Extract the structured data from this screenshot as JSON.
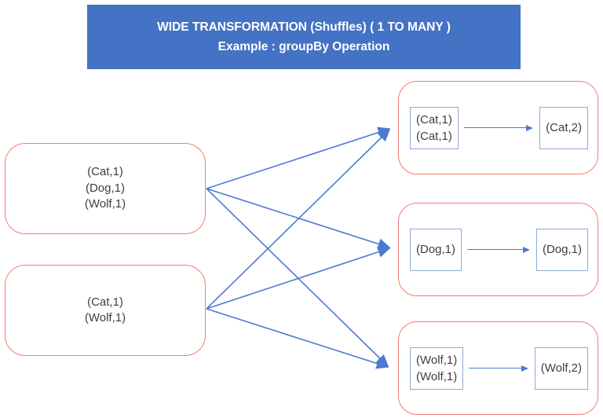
{
  "title": {
    "line1": "WIDE TRANSFORMATION (Shuffles) ( 1 TO MANY )",
    "line2": "Example : groupBy Operation"
  },
  "colors": {
    "banner_bg": "#4472C4",
    "banner_text": "#FFFFFF",
    "partition_border": "#F87B72",
    "inner_box_border": "#8FAADC",
    "arrow": "#4B7BD0",
    "text": "#3F3F3F"
  },
  "partitions": [
    {
      "records": [
        "(Cat,1)",
        "(Dog,1)",
        "(Wolf,1)"
      ]
    },
    {
      "records": [
        "(Cat,1)",
        "(Wolf,1)"
      ]
    }
  ],
  "groups": [
    {
      "inputs": [
        "(Cat,1)",
        "(Cat,1)"
      ],
      "output": "(Cat,2)"
    },
    {
      "inputs": [
        "(Dog,1)"
      ],
      "output": "(Dog,1)"
    },
    {
      "inputs": [
        "(Wolf,1)",
        "(Wolf,1)"
      ],
      "output": "(Wolf,2)"
    }
  ],
  "connections": [
    {
      "from_partition": 0,
      "to_group": 0
    },
    {
      "from_partition": 0,
      "to_group": 1
    },
    {
      "from_partition": 0,
      "to_group": 2
    },
    {
      "from_partition": 1,
      "to_group": 0
    },
    {
      "from_partition": 1,
      "to_group": 1
    },
    {
      "from_partition": 1,
      "to_group": 2
    }
  ]
}
